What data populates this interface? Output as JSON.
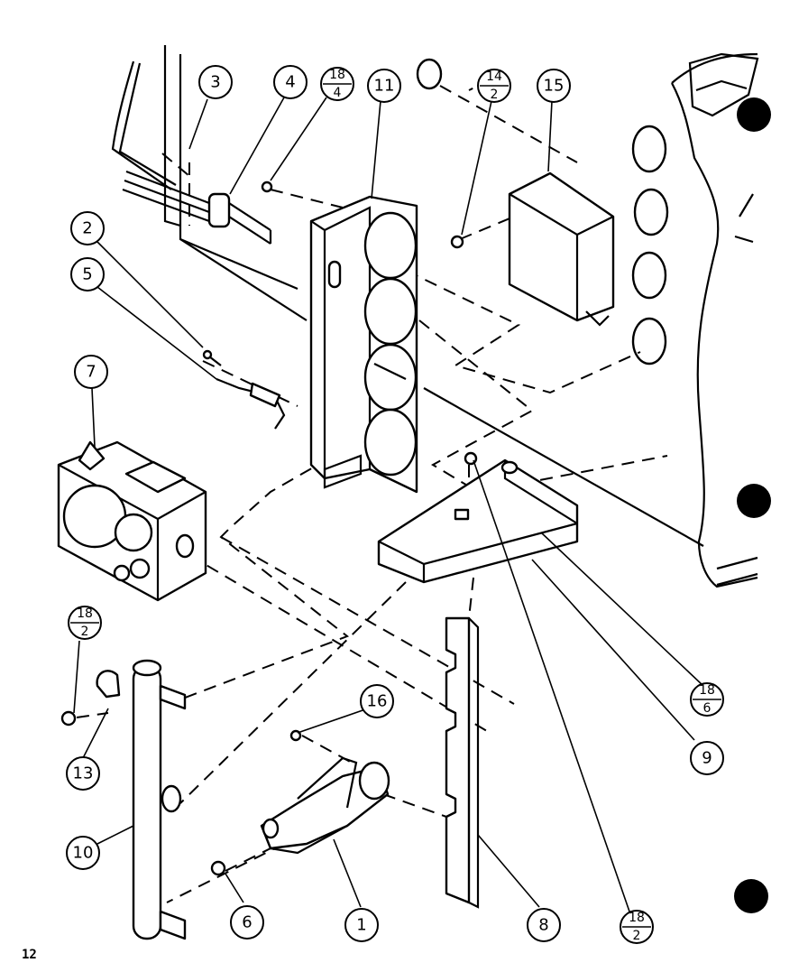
{
  "page_number": "12",
  "callouts": {
    "c1": "1",
    "c2": "2",
    "c3": "3",
    "c4": "4",
    "c5": "5",
    "c6": "6",
    "c7": "7",
    "c8": "8",
    "c9": "9",
    "c10": "10",
    "c11": "11",
    "c13": "13",
    "c15": "15",
    "c16": "16",
    "f18_4": {
      "top": "18",
      "bottom": "4"
    },
    "f14_2": {
      "top": "14",
      "bottom": "2"
    },
    "f18_2_left": {
      "top": "18",
      "bottom": "2"
    },
    "f18_6": {
      "top": "18",
      "bottom": "6"
    },
    "f18_2_bottom": {
      "top": "18",
      "bottom": "2"
    }
  }
}
